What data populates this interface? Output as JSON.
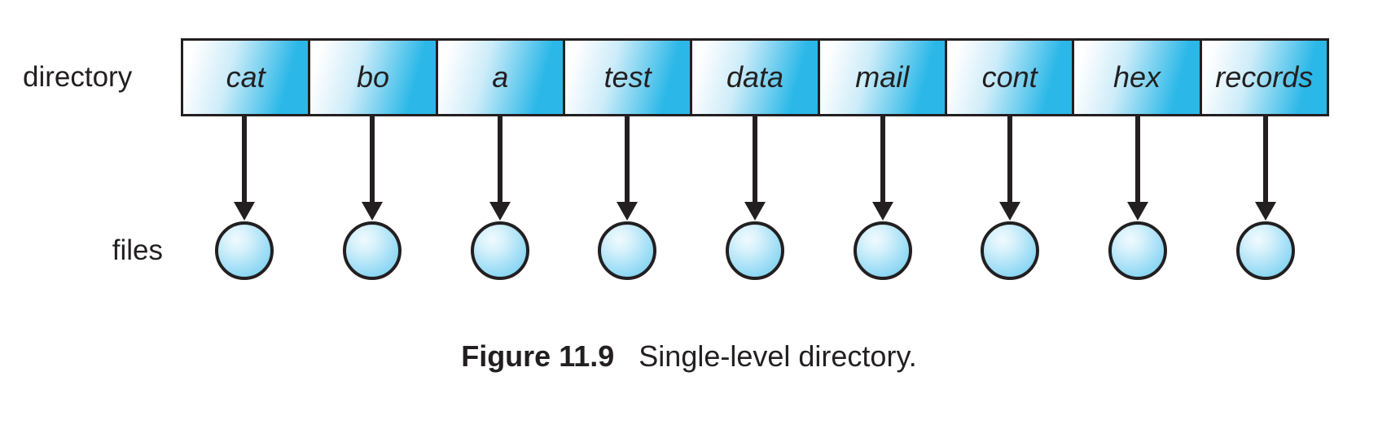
{
  "labels": {
    "directory": "directory",
    "files": "files"
  },
  "entries": [
    "cat",
    "bo",
    "a",
    "test",
    "data",
    "mail",
    "cont",
    "hex",
    "records"
  ],
  "caption": {
    "label": "Figure 11.9",
    "text": "Single-level directory."
  },
  "colors": {
    "cell_blue": "#2bb8e8",
    "file_circle_blue": "#7fd2f1",
    "file_circle_highlight": "#f0fafe",
    "line_black": "#231f20",
    "background": "#ffffff"
  }
}
